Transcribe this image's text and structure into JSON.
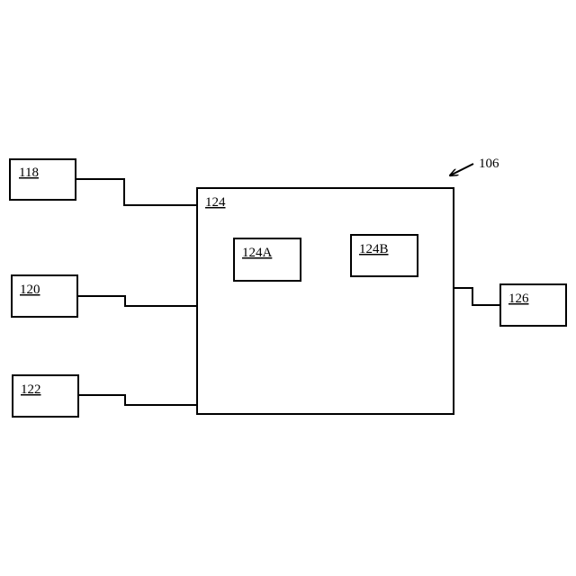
{
  "figure_ref": "106",
  "blocks": {
    "b118": "118",
    "b120": "120",
    "b122": "122",
    "b124": "124",
    "b124a": "124A",
    "b124b": "124B",
    "b126": "126"
  }
}
